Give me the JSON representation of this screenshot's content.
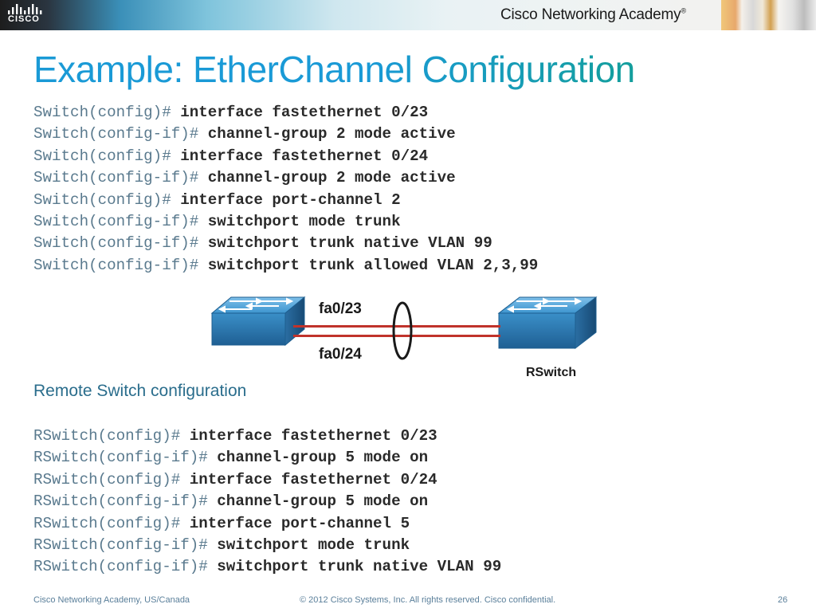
{
  "header": {
    "logo_text": "CISCO",
    "academy_title": "Cisco Networking Academy",
    "trademark": "®",
    "colors": {
      "bar_dark": "#1d1d1d",
      "bar_blue": "#3a8fb8",
      "bar_light": "#eef3f3"
    }
  },
  "slide": {
    "title": "Example: EtherChannel Configuration",
    "title_color": "#1a9ad6"
  },
  "local_config": [
    {
      "prompt": "Switch(config)#",
      "command": "interface fastethernet 0/23"
    },
    {
      "prompt": "Switch(config-if)#",
      "command": "channel-group 2 mode active"
    },
    {
      "prompt": "Switch(config)#",
      "command": "interface fastethernet 0/24"
    },
    {
      "prompt": "Switch(config-if)#",
      "command": "channel-group 2 mode active"
    },
    {
      "prompt": "Switch(config)#",
      "command": "interface port-channel 2"
    },
    {
      "prompt": "Switch(config-if)#",
      "command": "switchport mode trunk"
    },
    {
      "prompt": "Switch(config-if)#",
      "command": "switchport trunk native VLAN 99"
    },
    {
      "prompt": "Switch(config-if)#",
      "command": "switchport trunk allowed VLAN 2,3,99"
    }
  ],
  "diagram": {
    "link_top_label": "fa0/23",
    "link_bottom_label": "fa0/24",
    "right_switch_label": "RSwitch",
    "switch_icon": "switch-icon",
    "link_color": "#c0332b",
    "switch_color": "#3a8fc8"
  },
  "remote_heading": "Remote Switch configuration",
  "remote_config": [
    {
      "prompt": "RSwitch(config)#",
      "command": "interface fastethernet 0/23"
    },
    {
      "prompt": "RSwitch(config-if)#",
      "command": "channel-group 5 mode on"
    },
    {
      "prompt": "RSwitch(config)#",
      "command": "interface fastethernet 0/24"
    },
    {
      "prompt": "RSwitch(config-if)#",
      "command": "channel-group 5 mode on"
    },
    {
      "prompt": "RSwitch(config)#",
      "command": "interface port-channel 5"
    },
    {
      "prompt": "RSwitch(config-if)#",
      "command": "switchport mode trunk"
    },
    {
      "prompt": "RSwitch(config-if)#",
      "command": "switchport trunk native VLAN 99"
    }
  ],
  "footer": {
    "left": "Cisco Networking Academy, US/Canada",
    "center": "© 2012 Cisco Systems, Inc. All rights reserved. Cisco confidential.",
    "page_number": "26"
  }
}
